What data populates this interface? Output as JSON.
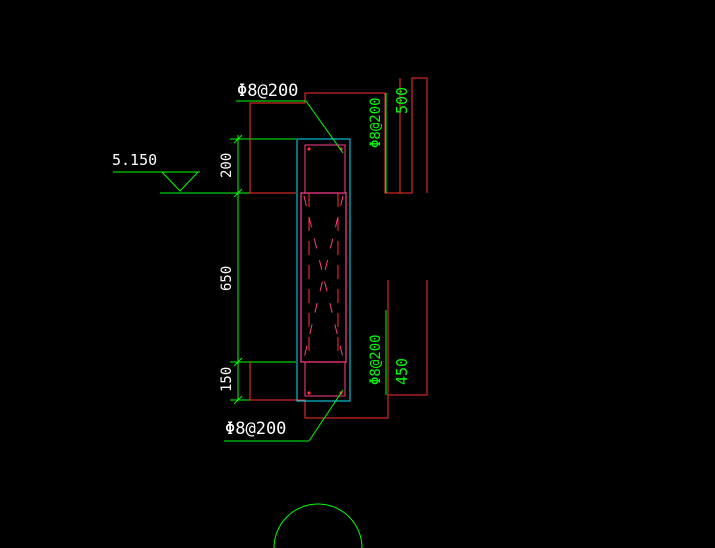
{
  "colors": {
    "background": "#000000",
    "dimension": "#00ff00",
    "section": "#ff3030",
    "outline": "#00e5ff",
    "rebar": "#ff3c8c",
    "text": "#ffffff",
    "marker": "#00ff00"
  },
  "drawing": {
    "elevation_value": "5.150",
    "rebar_top_label": "Φ8@200",
    "rebar_bottom_label": "Φ8@200",
    "rebar_side_top_label": "Φ8@200",
    "rebar_side_bottom_label": "Φ8@200",
    "dimensions": {
      "top_segment": "200",
      "middle_segment": "650",
      "bottom_segment": "150",
      "right_top": "500",
      "right_bottom": "450"
    }
  }
}
